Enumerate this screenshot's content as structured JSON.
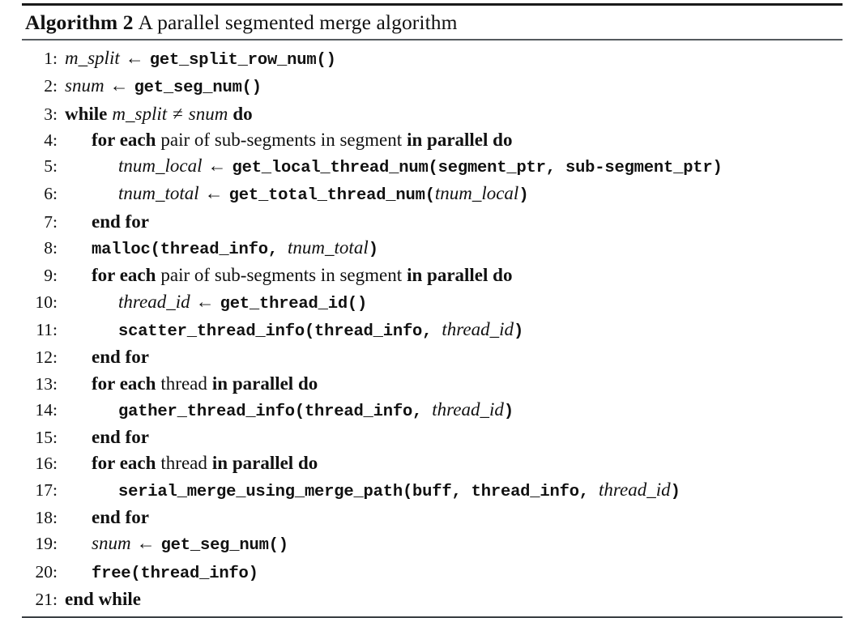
{
  "caption": {
    "label": "Algorithm 2",
    "text": "A parallel segmented merge algorithm"
  },
  "symbols": {
    "assign": "←",
    "not_equal": "≠"
  },
  "lines": [
    {
      "number": "1:",
      "indent": 0,
      "tokens": [
        {
          "t": "var",
          "v": "m_split"
        },
        {
          "t": "sp"
        },
        {
          "t": "op",
          "v": "←"
        },
        {
          "t": "sp"
        },
        {
          "t": "func",
          "v": "get_split_row_num()"
        }
      ]
    },
    {
      "number": "2:",
      "indent": 0,
      "tokens": [
        {
          "t": "var",
          "v": "snum"
        },
        {
          "t": "sp"
        },
        {
          "t": "op",
          "v": "←"
        },
        {
          "t": "sp"
        },
        {
          "t": "func",
          "v": "get_seg_num()"
        }
      ]
    },
    {
      "number": "3:",
      "indent": 0,
      "tokens": [
        {
          "t": "kw",
          "v": "while"
        },
        {
          "t": "sp"
        },
        {
          "t": "var",
          "v": "m_split"
        },
        {
          "t": "sp"
        },
        {
          "t": "op",
          "v": "≠"
        },
        {
          "t": "sp"
        },
        {
          "t": "var",
          "v": "snum"
        },
        {
          "t": "sp"
        },
        {
          "t": "kw",
          "v": "do"
        }
      ]
    },
    {
      "number": "4:",
      "indent": 1,
      "tokens": [
        {
          "t": "kw",
          "v": "for each"
        },
        {
          "t": "sp"
        },
        {
          "t": "plain",
          "v": "pair of sub-segments in segment"
        },
        {
          "t": "sp"
        },
        {
          "t": "kw",
          "v": "in parallel do"
        }
      ]
    },
    {
      "number": "5:",
      "indent": 2,
      "tokens": [
        {
          "t": "var",
          "v": "tnum_local"
        },
        {
          "t": "sp"
        },
        {
          "t": "op",
          "v": "←"
        },
        {
          "t": "sp"
        },
        {
          "t": "func",
          "v": "get_local_thread_num(segment_ptr, sub-segment_ptr)"
        }
      ]
    },
    {
      "number": "6:",
      "indent": 2,
      "tokens": [
        {
          "t": "var",
          "v": "tnum_total"
        },
        {
          "t": "sp"
        },
        {
          "t": "op",
          "v": "←"
        },
        {
          "t": "sp"
        },
        {
          "t": "func",
          "v": "get_total_thread_num("
        },
        {
          "t": "var",
          "v": "tnum_local"
        },
        {
          "t": "func",
          "v": ")"
        }
      ]
    },
    {
      "number": "7:",
      "indent": 1,
      "tokens": [
        {
          "t": "kw",
          "v": "end for"
        }
      ]
    },
    {
      "number": "8:",
      "indent": 1,
      "tokens": [
        {
          "t": "func",
          "v": "malloc(thread_info, "
        },
        {
          "t": "var",
          "v": "tnum_total"
        },
        {
          "t": "func",
          "v": ")"
        }
      ]
    },
    {
      "number": "9:",
      "indent": 1,
      "tokens": [
        {
          "t": "kw",
          "v": "for each"
        },
        {
          "t": "sp"
        },
        {
          "t": "plain",
          "v": "pair of sub-segments in segment"
        },
        {
          "t": "sp"
        },
        {
          "t": "kw",
          "v": "in parallel do"
        }
      ]
    },
    {
      "number": "10:",
      "indent": 2,
      "tokens": [
        {
          "t": "var",
          "v": "thread_id"
        },
        {
          "t": "sp"
        },
        {
          "t": "op",
          "v": "←"
        },
        {
          "t": "sp"
        },
        {
          "t": "func",
          "v": "get_thread_id()"
        }
      ]
    },
    {
      "number": "11:",
      "indent": 2,
      "tokens": [
        {
          "t": "func",
          "v": "scatter_thread_info(thread_info, "
        },
        {
          "t": "var",
          "v": "thread_id"
        },
        {
          "t": "func",
          "v": ")"
        }
      ]
    },
    {
      "number": "12:",
      "indent": 1,
      "tokens": [
        {
          "t": "kw",
          "v": "end for"
        }
      ]
    },
    {
      "number": "13:",
      "indent": 1,
      "tokens": [
        {
          "t": "kw",
          "v": "for each"
        },
        {
          "t": "sp"
        },
        {
          "t": "plain",
          "v": "thread"
        },
        {
          "t": "sp"
        },
        {
          "t": "kw",
          "v": "in parallel do"
        }
      ]
    },
    {
      "number": "14:",
      "indent": 2,
      "tokens": [
        {
          "t": "func",
          "v": "gather_thread_info(thread_info, "
        },
        {
          "t": "var",
          "v": "thread_id"
        },
        {
          "t": "func",
          "v": ")"
        }
      ]
    },
    {
      "number": "15:",
      "indent": 1,
      "tokens": [
        {
          "t": "kw",
          "v": "end for"
        }
      ]
    },
    {
      "number": "16:",
      "indent": 1,
      "tokens": [
        {
          "t": "kw",
          "v": "for each"
        },
        {
          "t": "sp"
        },
        {
          "t": "plain",
          "v": "thread"
        },
        {
          "t": "sp"
        },
        {
          "t": "kw",
          "v": "in parallel do"
        }
      ]
    },
    {
      "number": "17:",
      "indent": 2,
      "tokens": [
        {
          "t": "func",
          "v": "serial_merge_using_merge_path(buff, thread_info, "
        },
        {
          "t": "var",
          "v": "thread_id"
        },
        {
          "t": "func",
          "v": ")"
        }
      ]
    },
    {
      "number": "18:",
      "indent": 1,
      "tokens": [
        {
          "t": "kw",
          "v": "end for"
        }
      ]
    },
    {
      "number": "19:",
      "indent": 1,
      "tokens": [
        {
          "t": "var",
          "v": "snum"
        },
        {
          "t": "sp"
        },
        {
          "t": "op",
          "v": "←"
        },
        {
          "t": "sp"
        },
        {
          "t": "func",
          "v": "get_seg_num()"
        }
      ]
    },
    {
      "number": "20:",
      "indent": 1,
      "tokens": [
        {
          "t": "func",
          "v": "free(thread_info)"
        }
      ]
    },
    {
      "number": "21:",
      "indent": 0,
      "tokens": [
        {
          "t": "kw",
          "v": "end while"
        }
      ]
    }
  ]
}
